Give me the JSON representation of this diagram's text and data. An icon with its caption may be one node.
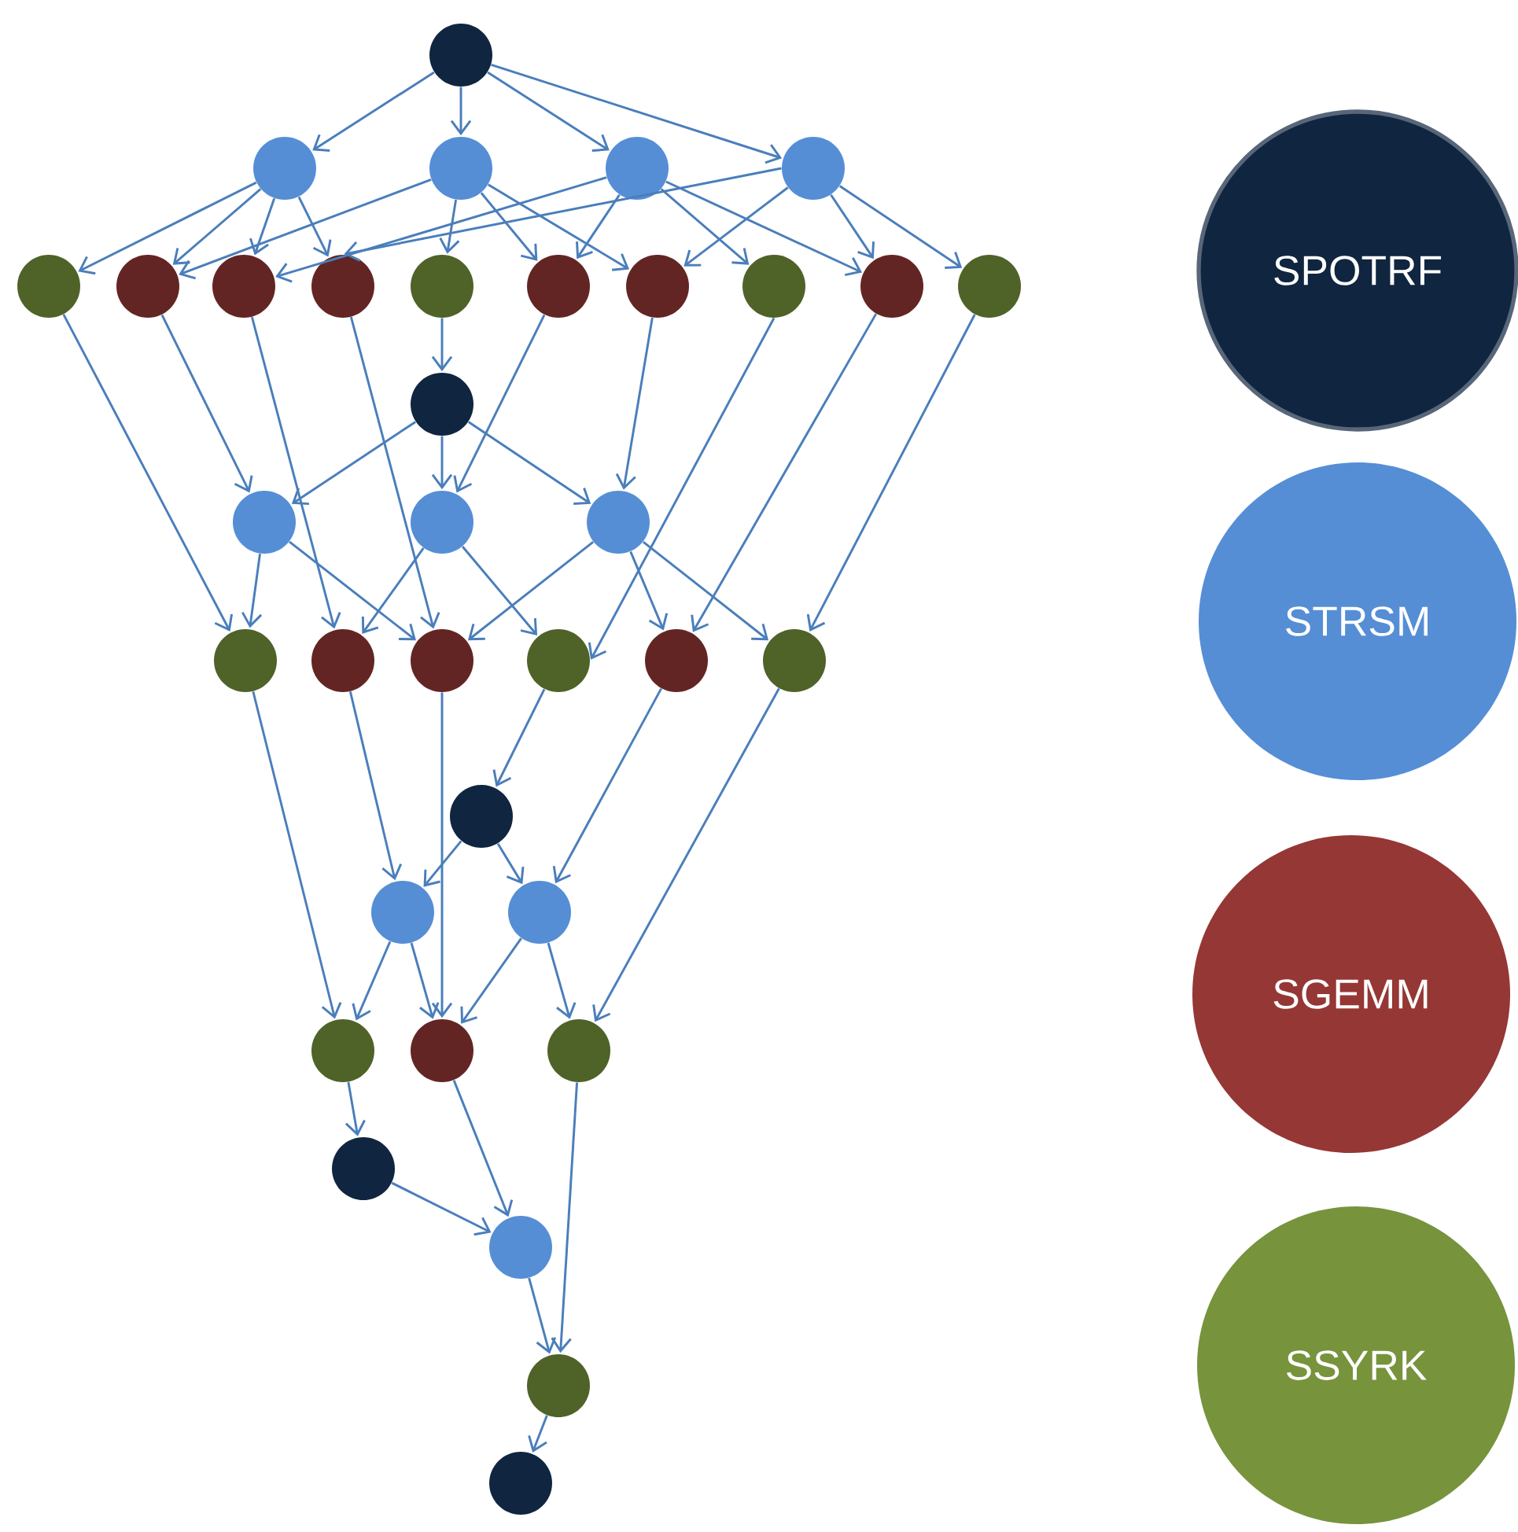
{
  "diagram": {
    "nodes": [
      {
        "text": [],
        "shape": "circle"
      },
      {
        "text": [],
        "shape": "circle"
      },
      {
        "text": [],
        "shape": "circle"
      },
      {
        "text": [],
        "shape": "circle"
      },
      {
        "text": [],
        "shape": "circle"
      },
      {
        "text": [],
        "shape": "circle"
      },
      {
        "text": [],
        "shape": "circle"
      },
      {
        "text": [],
        "shape": "circle"
      },
      {
        "text": [],
        "shape": "circle"
      },
      {
        "text": [],
        "shape": "circle"
      },
      {
        "text": [],
        "shape": "circle"
      },
      {
        "text": [],
        "shape": "circle"
      },
      {
        "text": [],
        "shape": "circle"
      },
      {
        "text": [],
        "shape": "circle"
      },
      {
        "text": [],
        "shape": "circle"
      },
      {
        "text": [],
        "shape": "circle"
      },
      {
        "text": [],
        "shape": "circle"
      },
      {
        "text": [],
        "shape": "circle"
      },
      {
        "text": [],
        "shape": "circle"
      },
      {
        "text": [],
        "shape": "circle"
      },
      {
        "text": [],
        "shape": "circle"
      },
      {
        "text": [],
        "shape": "circle"
      },
      {
        "text": [],
        "shape": "circle"
      },
      {
        "text": [],
        "shape": "circle"
      },
      {
        "text": [],
        "shape": "circle"
      },
      {
        "text": [],
        "shape": "circle"
      },
      {
        "text": [],
        "shape": "circle"
      },
      {
        "text": [],
        "shape": "circle"
      },
      {
        "text": [],
        "shape": "circle"
      },
      {
        "text": [],
        "shape": "circle"
      },
      {
        "text": [],
        "shape": "circle"
      },
      {
        "text": [],
        "shape": "circle"
      },
      {
        "text": [],
        "shape": "circle"
      },
      {
        "text": [],
        "shape": "circle"
      },
      {
        "text": [],
        "shape": "circle"
      }
    ],
    "edges": [
      {
        "from": 0,
        "to": 1,
        "arrow": "to"
      },
      {
        "from": 0,
        "to": 2,
        "arrow": "to"
      },
      {
        "from": 0,
        "to": 3,
        "arrow": "to"
      },
      {
        "from": 0,
        "to": 4,
        "arrow": "to"
      },
      {
        "from": 1,
        "to": 5,
        "arrow": "to"
      },
      {
        "from": 1,
        "to": 6,
        "arrow": "to"
      },
      {
        "from": 1,
        "to": 7,
        "arrow": "to"
      },
      {
        "from": 1,
        "to": 8,
        "arrow": "to"
      },
      {
        "from": 2,
        "to": 6,
        "arrow": "to"
      },
      {
        "from": 2,
        "to": 9,
        "arrow": "to"
      },
      {
        "from": 2,
        "to": 10,
        "arrow": "to"
      },
      {
        "from": 2,
        "to": 11,
        "arrow": "to"
      },
      {
        "from": 3,
        "to": 7,
        "arrow": "to"
      },
      {
        "from": 3,
        "to": 10,
        "arrow": "to"
      },
      {
        "from": 3,
        "to": 12,
        "arrow": "to"
      },
      {
        "from": 3,
        "to": 13,
        "arrow": "to"
      },
      {
        "from": 4,
        "to": 8,
        "arrow": "to"
      },
      {
        "from": 4,
        "to": 11,
        "arrow": "to"
      },
      {
        "from": 4,
        "to": 13,
        "arrow": "to"
      },
      {
        "from": 4,
        "to": 14,
        "arrow": "to"
      },
      {
        "from": 5,
        "to": 19,
        "arrow": "to"
      },
      {
        "from": 6,
        "to": 16,
        "arrow": "to"
      },
      {
        "from": 7,
        "to": 20,
        "arrow": "to"
      },
      {
        "from": 8,
        "to": 21,
        "arrow": "to"
      },
      {
        "from": 9,
        "to": 15,
        "arrow": "to"
      },
      {
        "from": 10,
        "to": 17,
        "arrow": "to"
      },
      {
        "from": 11,
        "to": 18,
        "arrow": "to"
      },
      {
        "from": 12,
        "to": 22,
        "arrow": "to"
      },
      {
        "from": 13,
        "to": 23,
        "arrow": "to"
      },
      {
        "from": 14,
        "to": 24,
        "arrow": "to"
      },
      {
        "from": 15,
        "to": 16,
        "arrow": "to"
      },
      {
        "from": 15,
        "to": 17,
        "arrow": "to"
      },
      {
        "from": 15,
        "to": 18,
        "arrow": "to"
      },
      {
        "from": 16,
        "to": 19,
        "arrow": "to"
      },
      {
        "from": 16,
        "to": 21,
        "arrow": "to"
      },
      {
        "from": 17,
        "to": 20,
        "arrow": "to"
      },
      {
        "from": 17,
        "to": 22,
        "arrow": "to"
      },
      {
        "from": 18,
        "to": 21,
        "arrow": "to"
      },
      {
        "from": 18,
        "to": 23,
        "arrow": "to"
      },
      {
        "from": 18,
        "to": 24,
        "arrow": "to"
      },
      {
        "from": 19,
        "to": 28,
        "arrow": "to"
      },
      {
        "from": 20,
        "to": 26,
        "arrow": "to"
      },
      {
        "from": 21,
        "to": 29,
        "arrow": "to"
      },
      {
        "from": 22,
        "to": 25,
        "arrow": "to"
      },
      {
        "from": 23,
        "to": 27,
        "arrow": "to"
      },
      {
        "from": 24,
        "to": 30,
        "arrow": "to"
      },
      {
        "from": 25,
        "to": 26,
        "arrow": "to"
      },
      {
        "from": 25,
        "to": 27,
        "arrow": "to"
      },
      {
        "from": 26,
        "to": 28,
        "arrow": "to"
      },
      {
        "from": 26,
        "to": 29,
        "arrow": "to"
      },
      {
        "from": 27,
        "to": 29,
        "arrow": "to"
      },
      {
        "from": 27,
        "to": 30,
        "arrow": "to"
      },
      {
        "from": 28,
        "to": 31,
        "arrow": "to"
      },
      {
        "from": 29,
        "to": 32,
        "arrow": "to"
      },
      {
        "from": 30,
        "to": 33,
        "arrow": "to"
      },
      {
        "from": 31,
        "to": 32,
        "arrow": "to"
      },
      {
        "from": 32,
        "to": 33,
        "arrow": "to"
      },
      {
        "from": 33,
        "to": 34,
        "arrow": "to"
      }
    ],
    "legend": [
      {
        "text": "SPOTRF",
        "color": "#10253f"
      },
      {
        "text": "STRSM",
        "color": "#558ed5"
      },
      {
        "text": "SGEMM",
        "color": "#953735"
      },
      {
        "text": "SSYRK",
        "color": "#77933c"
      }
    ]
  }
}
